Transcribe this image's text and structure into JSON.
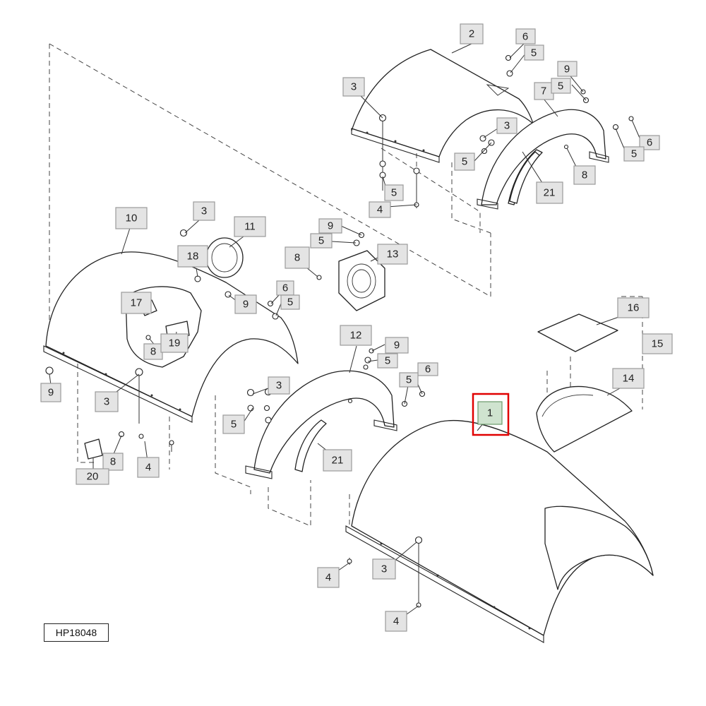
{
  "figure_id": "HP18048",
  "selected_callout": "1",
  "callouts": {
    "c2": "2",
    "c6a": "6",
    "c5a": "5",
    "c9a": "9",
    "c3a": "3",
    "c7": "7",
    "c5b": "5",
    "c3b": "3",
    "c5c": "5",
    "c6b": "6",
    "c5d": "5",
    "c8a": "8",
    "c21a": "21",
    "c5e": "5",
    "c4a": "4",
    "c10": "10",
    "c3c": "3",
    "c11": "11",
    "c18": "18",
    "c9b": "9",
    "c5f": "5",
    "c13": "13",
    "c8b": "8",
    "c17": "17",
    "c9c": "9",
    "c6c": "6",
    "c5g": "5",
    "c8c": "8",
    "c19": "19",
    "c12": "12",
    "c9d": "9",
    "c5h": "5",
    "c16": "16",
    "c15": "15",
    "c9e": "9",
    "c3d": "3",
    "c3e": "3",
    "c5i": "5",
    "c6d": "6",
    "c5j": "5",
    "c14": "14",
    "c1": "1",
    "c8d": "8",
    "c4b": "4",
    "c20": "20",
    "c21b": "21",
    "c4c": "4",
    "c3f": "3",
    "c4d": "4"
  }
}
